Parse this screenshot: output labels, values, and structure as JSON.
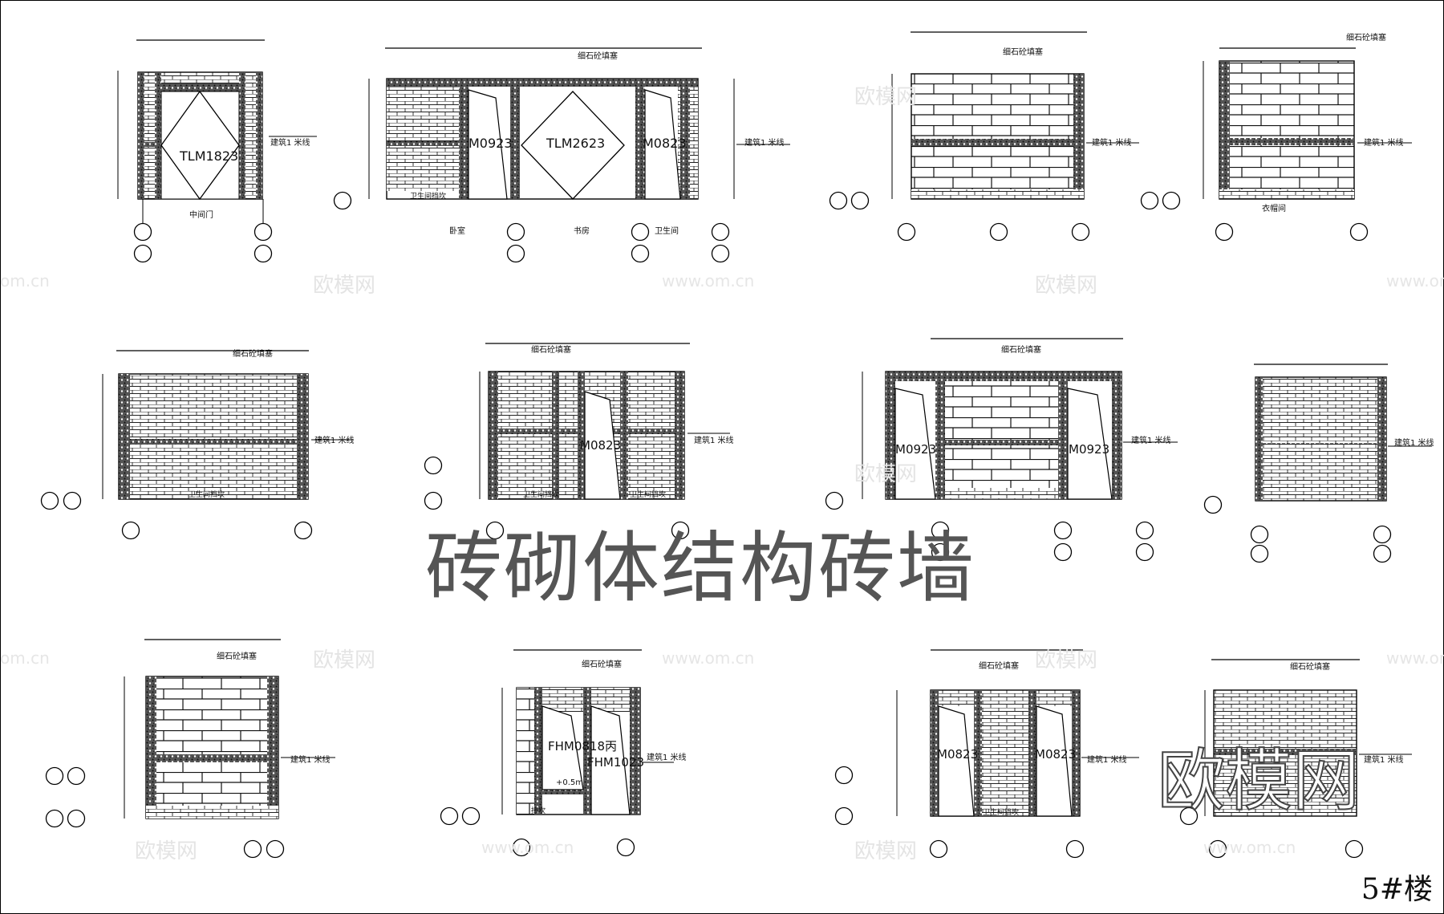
{
  "title": "砖砌体结构砖墙",
  "floor_label": "5#楼",
  "logo_watermark": "欧模网",
  "watermarks": {
    "brand": "欧模网",
    "url": "www.om.cn",
    "url_short": "om.cn"
  },
  "annotations": {
    "fine_stone_fill": "细石砼填塞",
    "building_line": "建筑1 米线",
    "bathroom_edge": "卫生间挡坎",
    "edge": "挡坎",
    "offset": "+0.5m"
  },
  "rooms": {
    "corridor_door": "中间门",
    "bedroom": "卧室",
    "study": "书房",
    "bathroom": "卫生间",
    "closet": "衣帽间"
  },
  "door_codes": {
    "tlm1823": "TLM1823",
    "tlm2623": "TLM2623",
    "m0923": "M0923",
    "m0823": "M0823",
    "fhm0818": "FHM0818丙",
    "fhm1023": "FHM1023"
  },
  "colors": {
    "ink": "#111111",
    "title": "#555555",
    "watermark": "#e4e4e4"
  }
}
